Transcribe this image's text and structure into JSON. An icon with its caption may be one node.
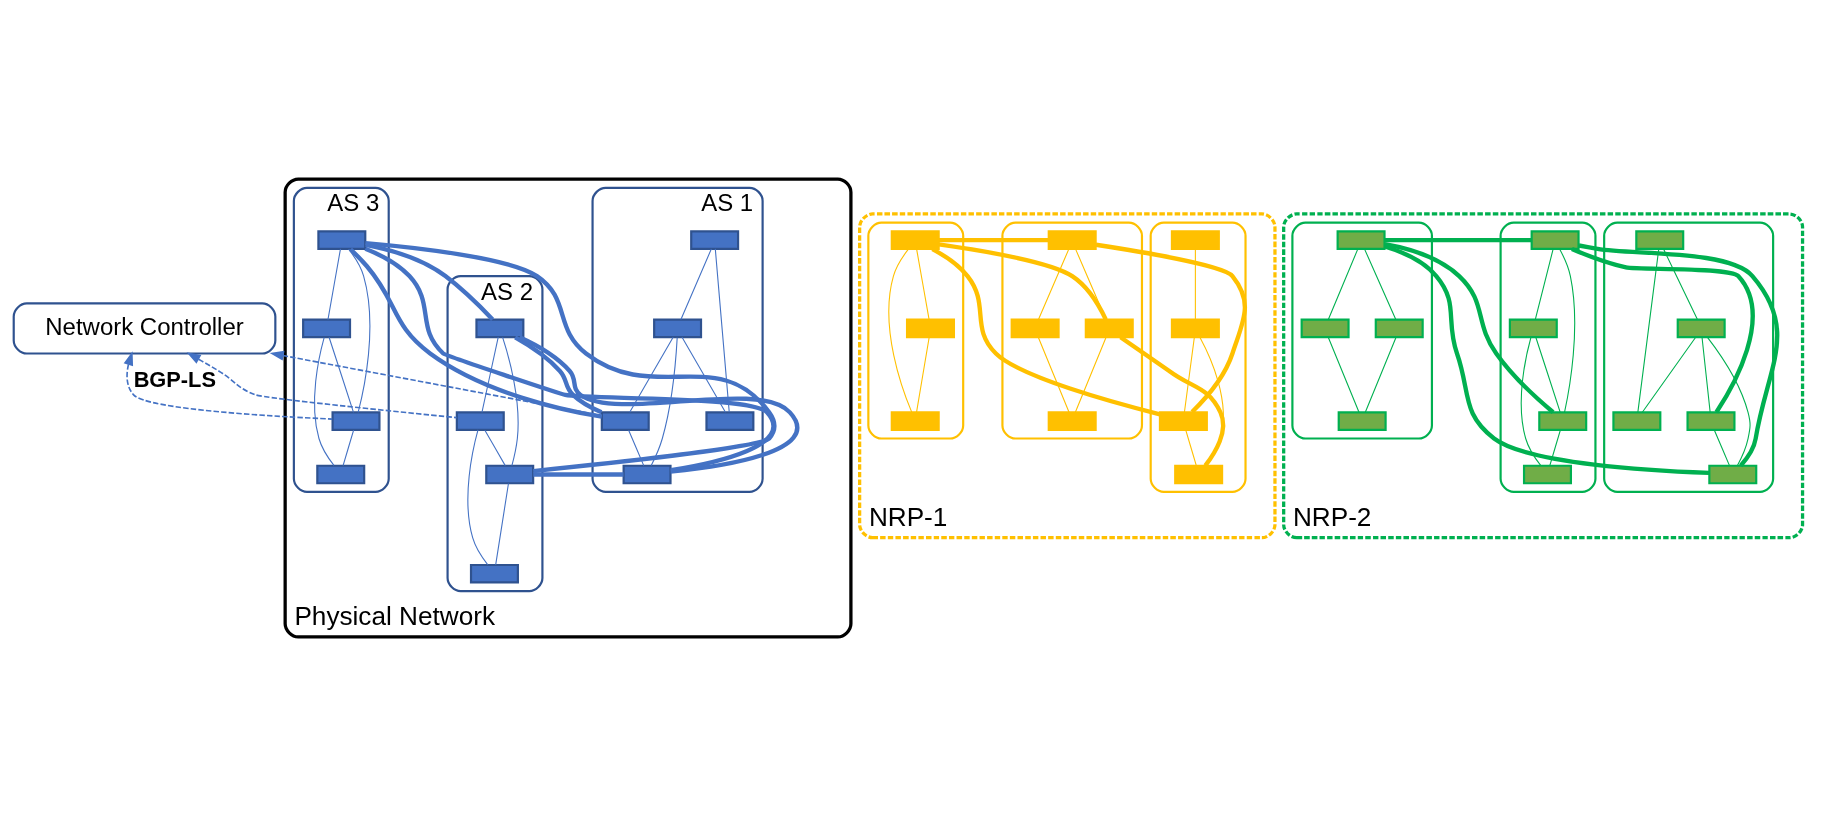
{
  "diagram": {
    "nodes": [
      {
        "text": [
          "Network Controller"
        ]
      },
      {
        "text": [
          "NRP-1"
        ]
      },
      {
        "text": [],
        "shape": "ellipse",
        "in": 1
      },
      {
        "text": [],
        "shape": "box",
        "in": 2
      },
      {
        "text": [],
        "shape": "box",
        "in": 2
      },
      {
        "text": [],
        "shape": "box",
        "in": 2
      },
      {
        "text": [],
        "shape": "box",
        "in": 2
      },
      {
        "text": [],
        "shape": "ellipse",
        "in": 1
      },
      {
        "text": [],
        "shape": "box",
        "in": 7
      },
      {
        "text": [],
        "shape": "box",
        "in": 7
      },
      {
        "text": [],
        "shape": "box",
        "in": 7
      },
      {
        "text": [],
        "shape": "box",
        "in": 7
      },
      {
        "text": [],
        "shape": "ellipse",
        "in": 1
      },
      {
        "text": [],
        "shape": "box",
        "in": 12
      },
      {
        "text": [],
        "shape": "box",
        "in": 12
      },
      {
        "text": [],
        "shape": "box",
        "in": 12
      },
      {
        "text": [
          "NRP-2"
        ]
      },
      {
        "text": [],
        "shape": "ellipse",
        "in": 16
      },
      {
        "text": [],
        "shape": "box",
        "in": 17
      },
      {
        "text": [],
        "shape": "box",
        "in": 17
      },
      {
        "text": [],
        "shape": "box",
        "in": 17
      },
      {
        "text": [],
        "shape": "box",
        "in": 17
      },
      {
        "text": [],
        "shape": "box",
        "in": 17
      },
      {
        "text": [],
        "shape": "ellipse",
        "in": 16
      },
      {
        "text": [],
        "shape": "box",
        "in": 23
      },
      {
        "text": [],
        "shape": "box",
        "in": 23
      },
      {
        "text": [],
        "shape": "box",
        "in": 23
      },
      {
        "text": [],
        "shape": "box",
        "in": 23
      },
      {
        "text": [],
        "shape": "ellipse",
        "in": 16
      },
      {
        "text": [],
        "shape": "box",
        "in": 28
      },
      {
        "text": [],
        "shape": "box",
        "in": 28
      },
      {
        "text": [],
        "shape": "box",
        "in": 28
      },
      {
        "text": [],
        "shape": "box",
        "in": 28
      },
      {
        "text": [
          "Physical Network"
        ]
      },
      {
        "text": [
          "AS 1"
        ],
        "in": 33
      },
      {
        "text": [],
        "shape": "box",
        "in": 34
      },
      {
        "text": [],
        "shape": "box",
        "in": 34
      },
      {
        "text": [],
        "shape": "box",
        "in": 34
      },
      {
        "text": [],
        "shape": "box",
        "in": 34
      },
      {
        "text": [],
        "shape": "box",
        "in": 34
      },
      {
        "text": [
          "AS 2"
        ],
        "in": 33
      },
      {
        "text": [],
        "shape": "box",
        "in": 40
      },
      {
        "text": [],
        "shape": "box",
        "in": 40
      },
      {
        "text": [],
        "shape": "box",
        "in": 40
      },
      {
        "text": [],
        "shape": "box",
        "in": 40
      },
      {
        "text": [
          "AS 3"
        ],
        "in": 33
      },
      {
        "text": [],
        "shape": "box",
        "in": 45
      },
      {
        "text": [],
        "shape": "box",
        "in": 45
      },
      {
        "text": [],
        "shape": "box",
        "in": 45
      },
      {
        "text": [],
        "shape": "box",
        "in": 45
      }
    ],
    "edges": [
      {
        "from": 3,
        "to": 4,
        "arrow": "none",
        "color": "#ffc000"
      },
      {
        "from": 4,
        "to": 5,
        "arrow": "none",
        "color": "#ffc000"
      },
      {
        "from": 4,
        "to": 6,
        "arrow": "none",
        "color": "#ffc000"
      },
      {
        "from": 5,
        "to": 6,
        "arrow": "none",
        "color": "#ffc000"
      },
      {
        "from": 8,
        "to": 10,
        "arrow": "none",
        "color": "#ffc000"
      },
      {
        "from": 8,
        "to": 9,
        "arrow": "none",
        "color": "#ffc000"
      },
      {
        "from": 10,
        "to": 11,
        "arrow": "none",
        "color": "#ffc000"
      },
      {
        "from": 9,
        "to": 11,
        "arrow": "none",
        "color": "#ffc000"
      },
      {
        "from": 13,
        "to": 14,
        "arrow": "none",
        "color": "#ffc000"
      },
      {
        "from": 13,
        "to": 15,
        "arrow": "none",
        "color": "#ffc000"
      },
      {
        "from": 14,
        "to": 15,
        "arrow": "none",
        "color": "#ffc000"
      },
      {
        "from": 5,
        "to": 8,
        "arrow": "none",
        "style": "thick",
        "color": "#ffc000"
      },
      {
        "from": 5,
        "to": 13,
        "arrow": "none",
        "style": "thick",
        "color": "#ffc000"
      },
      {
        "from": 6,
        "to": 9,
        "arrow": "none",
        "style": "thick",
        "color": "#ffc000"
      },
      {
        "from": 8,
        "to": 13,
        "arrow": "none",
        "style": "thick",
        "color": "#ffc000"
      },
      {
        "from": 13,
        "to": 9,
        "arrow": "none",
        "style": "thick",
        "color": "#ffc000"
      },
      {
        "from": 18,
        "to": 19,
        "arrow": "none",
        "color": "#00b050"
      },
      {
        "from": 18,
        "to": 20,
        "arrow": "none",
        "color": "#00b050"
      },
      {
        "from": 20,
        "to": 21,
        "arrow": "none",
        "color": "#00b050"
      },
      {
        "from": 20,
        "to": 19,
        "arrow": "none",
        "color": "#00b050"
      },
      {
        "from": 20,
        "to": 22,
        "arrow": "none",
        "color": "#00b050"
      },
      {
        "from": 21,
        "to": 22,
        "arrow": "none",
        "color": "#00b050"
      },
      {
        "from": 24,
        "to": 25,
        "arrow": "none",
        "color": "#00b050"
      },
      {
        "from": 24,
        "to": 26,
        "arrow": "none",
        "color": "#00b050"
      },
      {
        "from": 25,
        "to": 26,
        "arrow": "none",
        "color": "#00b050"
      },
      {
        "from": 25,
        "to": 27,
        "arrow": "none",
        "color": "#00b050"
      },
      {
        "from": 26,
        "to": 27,
        "arrow": "none",
        "color": "#00b050"
      },
      {
        "from": 29,
        "to": 30,
        "arrow": "none",
        "color": "#00b050"
      },
      {
        "from": 29,
        "to": 31,
        "arrow": "none",
        "color": "#00b050"
      },
      {
        "from": 30,
        "to": 32,
        "arrow": "none",
        "color": "#00b050"
      },
      {
        "from": 31,
        "to": 32,
        "arrow": "none",
        "color": "#00b050"
      },
      {
        "from": 21,
        "to": 24,
        "arrow": "none",
        "style": "thick",
        "color": "#00b050"
      },
      {
        "from": 22,
        "to": 24,
        "arrow": "none",
        "style": "thick",
        "color": "#00b050"
      },
      {
        "from": 22,
        "to": 29,
        "arrow": "none",
        "style": "thick",
        "color": "#00b050"
      },
      {
        "from": 24,
        "to": 29,
        "arrow": "none",
        "style": "thick",
        "color": "#00b050"
      },
      {
        "from": 29,
        "to": 26,
        "arrow": "none",
        "style": "thick",
        "color": "#00b050"
      },
      {
        "from": 35,
        "to": 36,
        "arrow": "none"
      },
      {
        "from": 35,
        "to": 37,
        "arrow": "none"
      },
      {
        "from": 37,
        "to": 38,
        "arrow": "none"
      },
      {
        "from": 37,
        "to": 36,
        "arrow": "none"
      },
      {
        "from": 37,
        "to": 39,
        "arrow": "none"
      },
      {
        "from": 38,
        "to": 39,
        "arrow": "none"
      },
      {
        "from": 41,
        "to": 42,
        "arrow": "none"
      },
      {
        "from": 41,
        "to": 43,
        "arrow": "none"
      },
      {
        "from": 42,
        "to": 43,
        "arrow": "none"
      },
      {
        "from": 42,
        "to": 44,
        "arrow": "none"
      },
      {
        "from": 43,
        "to": 44,
        "arrow": "none"
      },
      {
        "from": 46,
        "to": 47,
        "arrow": "none"
      },
      {
        "from": 46,
        "to": 48,
        "arrow": "none"
      },
      {
        "from": 47,
        "to": 48,
        "arrow": "none"
      },
      {
        "from": 47,
        "to": 49,
        "arrow": "none"
      },
      {
        "from": 48,
        "to": 49,
        "arrow": "none"
      },
      {
        "from": 38,
        "to": 41,
        "arrow": "none",
        "style": "thick"
      },
      {
        "from": 38,
        "to": 46,
        "arrow": "none",
        "style": "thick"
      },
      {
        "from": 39,
        "to": 41,
        "arrow": "none",
        "style": "thick"
      },
      {
        "from": 39,
        "to": 43,
        "arrow": "none",
        "style": "thick"
      },
      {
        "from": 39,
        "to": 46,
        "arrow": "none",
        "style": "thick"
      },
      {
        "from": 41,
        "to": 46,
        "arrow": "none",
        "style": "thick"
      },
      {
        "from": 46,
        "to": 43,
        "arrow": "none",
        "style": "thick"
      },
      {
        "from": 38,
        "to": 0,
        "arrow": "to",
        "style": "dashed"
      },
      {
        "from": 48,
        "to": 0,
        "arrow": "to",
        "style": "dashed",
        "label": "BGP-LS"
      },
      {
        "from": 42,
        "to": 0,
        "arrow": "to",
        "style": "dashed"
      }
    ]
  }
}
